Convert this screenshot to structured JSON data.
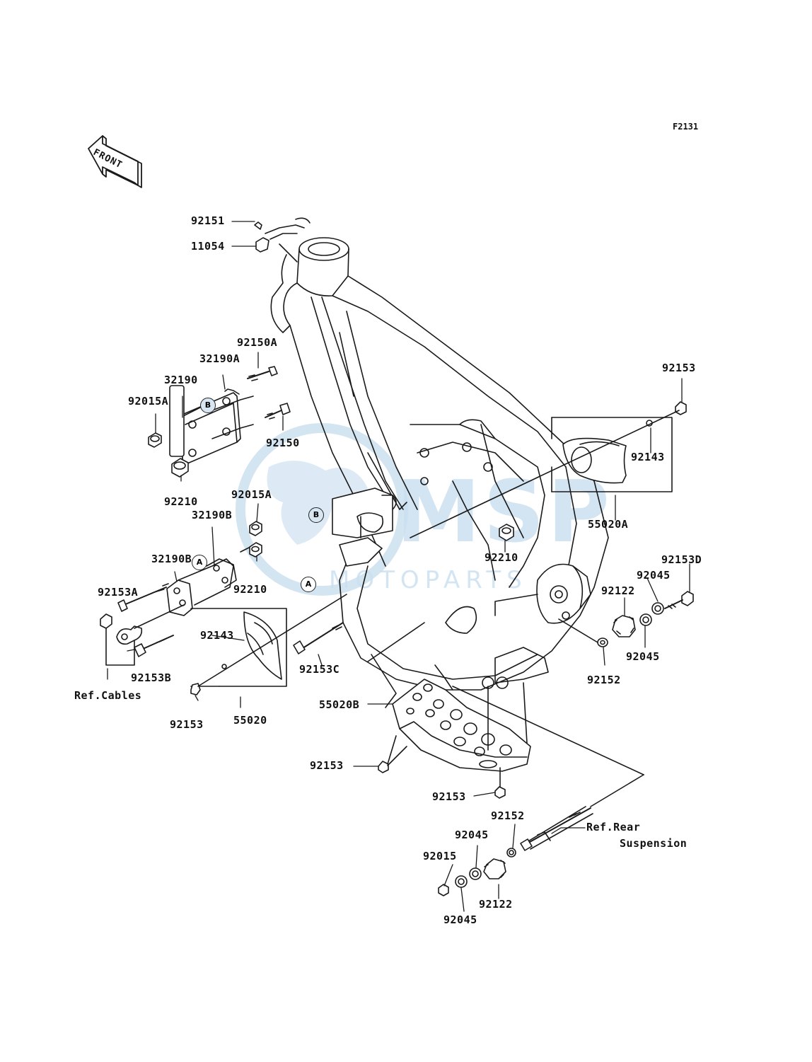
{
  "diagram_code": "F2131",
  "front_label": "FRONT",
  "watermark": {
    "line1": "MSP",
    "line2": "MOTOPARTS"
  },
  "callouts": {
    "a": "A",
    "b": "B"
  },
  "parts": {
    "p92151": "92151",
    "p11054": "11054",
    "p92150A": "92150A",
    "p32190A": "32190A",
    "p32190": "32190",
    "p92015A_top": "92015A",
    "p92150": "92150",
    "p92210_left": "92210",
    "p92015A_mid": "92015A",
    "p32190B_upper": "32190B",
    "p32190B_lower": "32190B",
    "p92153A": "92153A",
    "p92210_mid": "92210",
    "p92143_left": "92143",
    "p92153B": "92153B",
    "p92153C": "92153C",
    "p92153_left": "92153",
    "p55020": "55020",
    "p55020B": "55020B",
    "p92153_skid": "92153",
    "p92153_bottom": "92153",
    "p92153_right": "92153",
    "p92143_right": "92143",
    "p55020A": "55020A",
    "p92210_frame": "92210",
    "p92153D": "92153D",
    "p92045_r1": "92045",
    "p92122_r": "92122",
    "p92045_r2": "92045",
    "p92152_r": "92152",
    "p92152_b": "92152",
    "p92045_b1": "92045",
    "p92015": "92015",
    "p92122_b": "92122",
    "p92045_b2": "92045",
    "ref_cables": "Ref.Cables",
    "ref_rear_1": "Ref.Rear",
    "ref_rear_2": "Suspension"
  },
  "colors": {
    "line": "#1a1a1a",
    "watermark": "#c6dcee"
  }
}
